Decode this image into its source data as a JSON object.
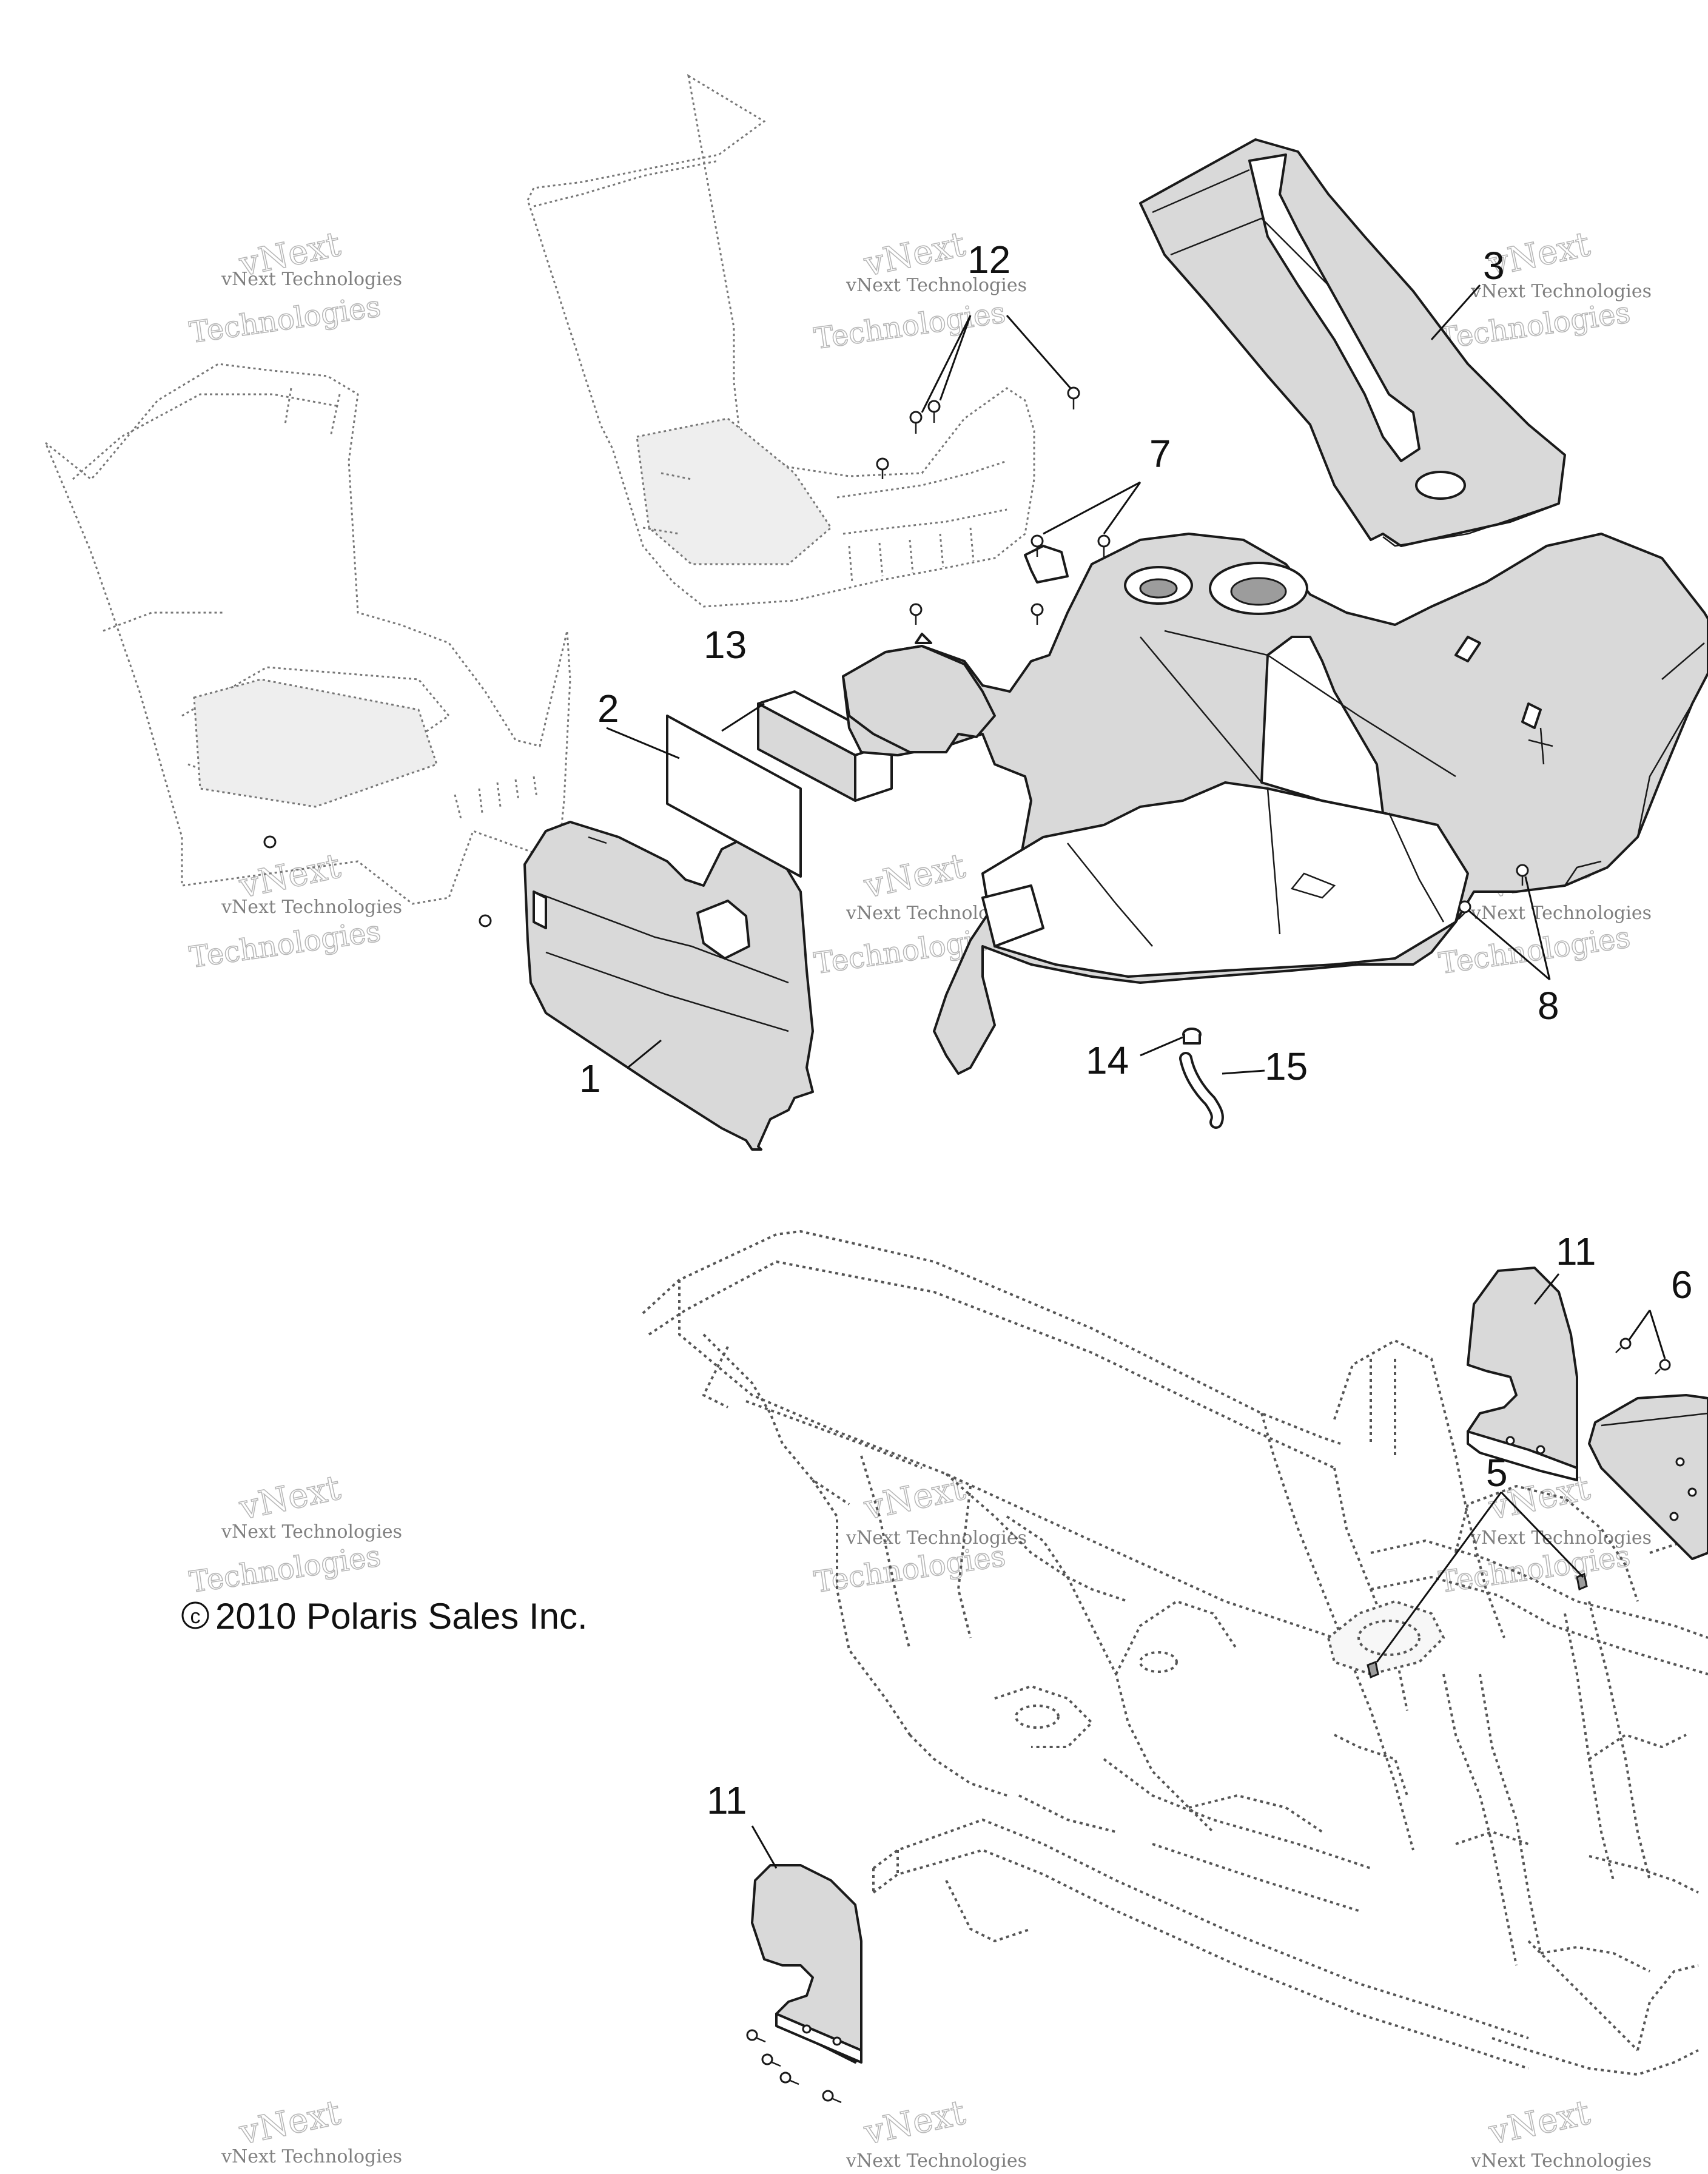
{
  "callouts": {
    "c1": "1",
    "c2": "2",
    "c3": "3",
    "c5": "5",
    "c6": "6",
    "c7": "7",
    "c8": "8",
    "c11a": "11",
    "c11b": "11",
    "c12": "12",
    "c13": "13",
    "c14": "14",
    "c15": "15"
  },
  "copyright": "2010 Polaris Sales Inc.",
  "copyright_symbol": "c",
  "watermark": {
    "line1": "vNext Technologies",
    "line2": "vNext",
    "line3": "Technologies"
  }
}
